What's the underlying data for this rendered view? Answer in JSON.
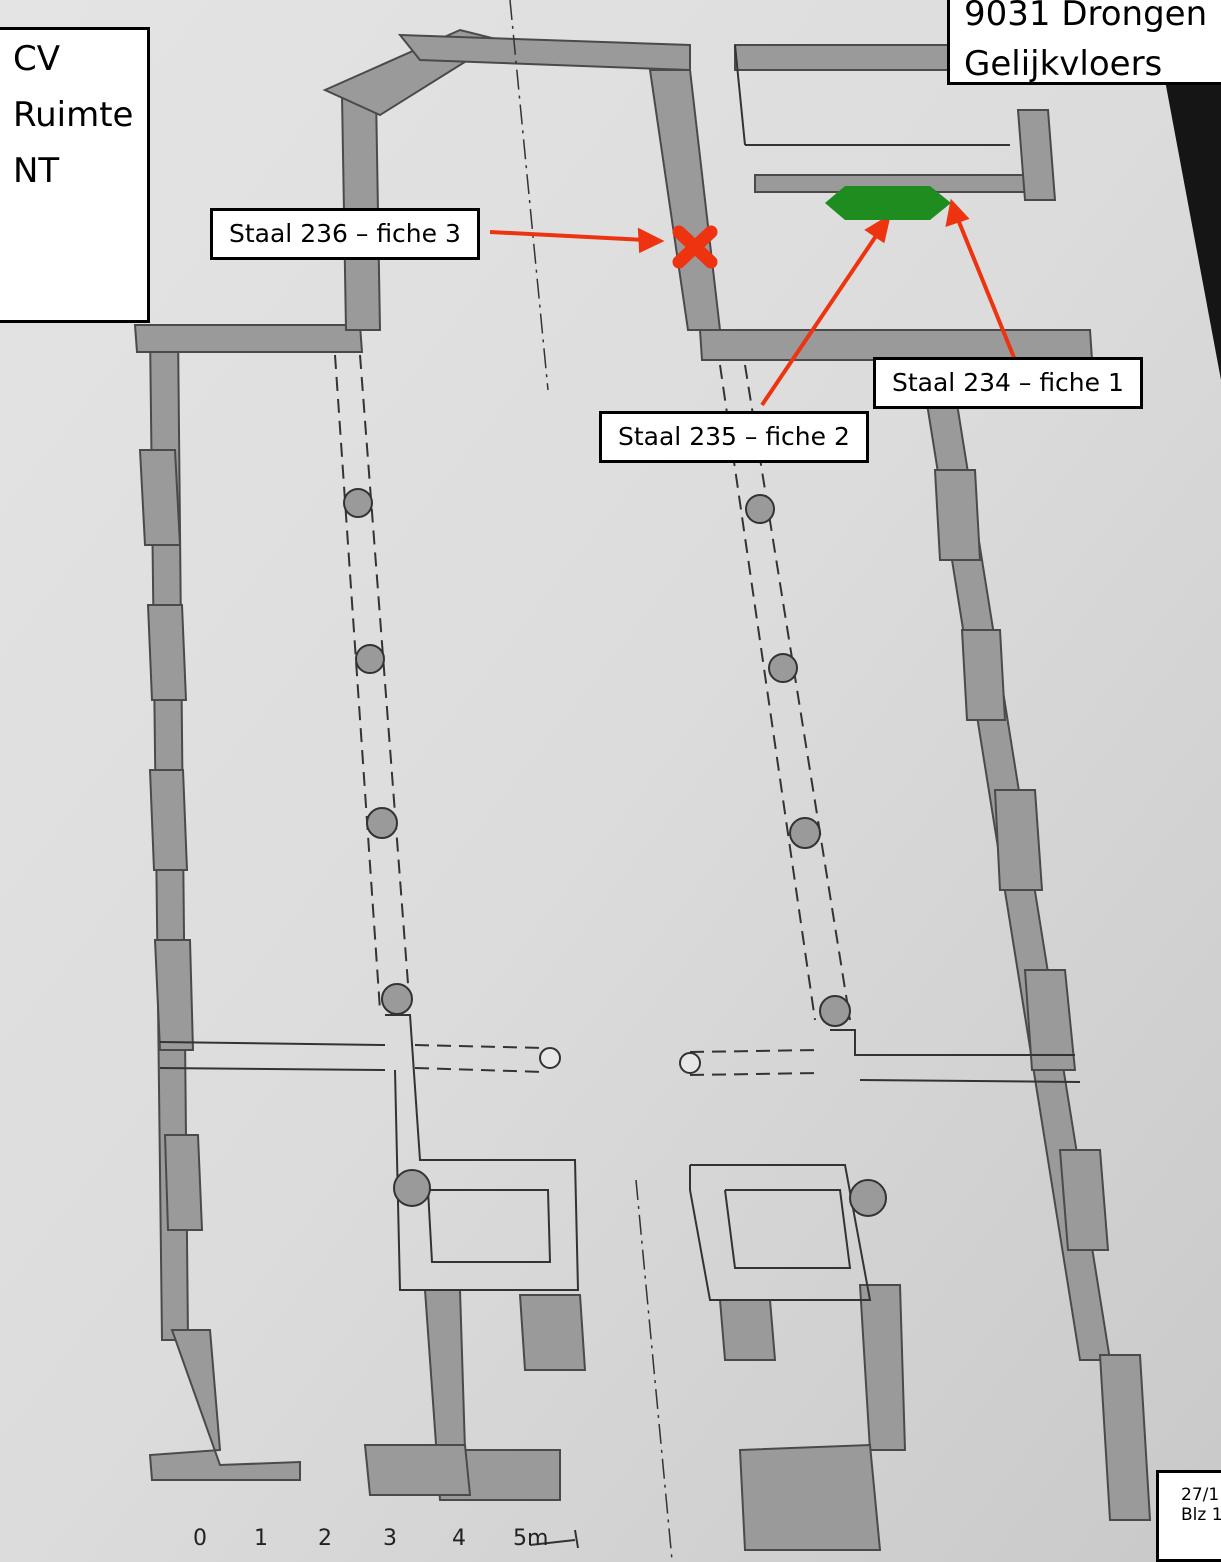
{
  "top_left_box": {
    "lines": [
      "CV",
      "Ruimte",
      "NT"
    ]
  },
  "top_right_box": {
    "line1": "9031 Drongen",
    "line2": "Gelijkvloers"
  },
  "labels": {
    "staal_236": "Staal 236 – fiche 3",
    "staal_234": "Staal 234 – fiche 1",
    "staal_235": "Staal 235 – fiche 2"
  },
  "footer": {
    "date": "27/1",
    "page": "Blz 1"
  },
  "scale": {
    "ticks": [
      "0",
      "1",
      "2",
      "3",
      "4",
      "5m"
    ]
  },
  "colors": {
    "arrow": "#ee3311",
    "marker_cross": "#ee3311",
    "marker_hexagon": "#1e8c1e",
    "wall": "#9a9a9a"
  }
}
